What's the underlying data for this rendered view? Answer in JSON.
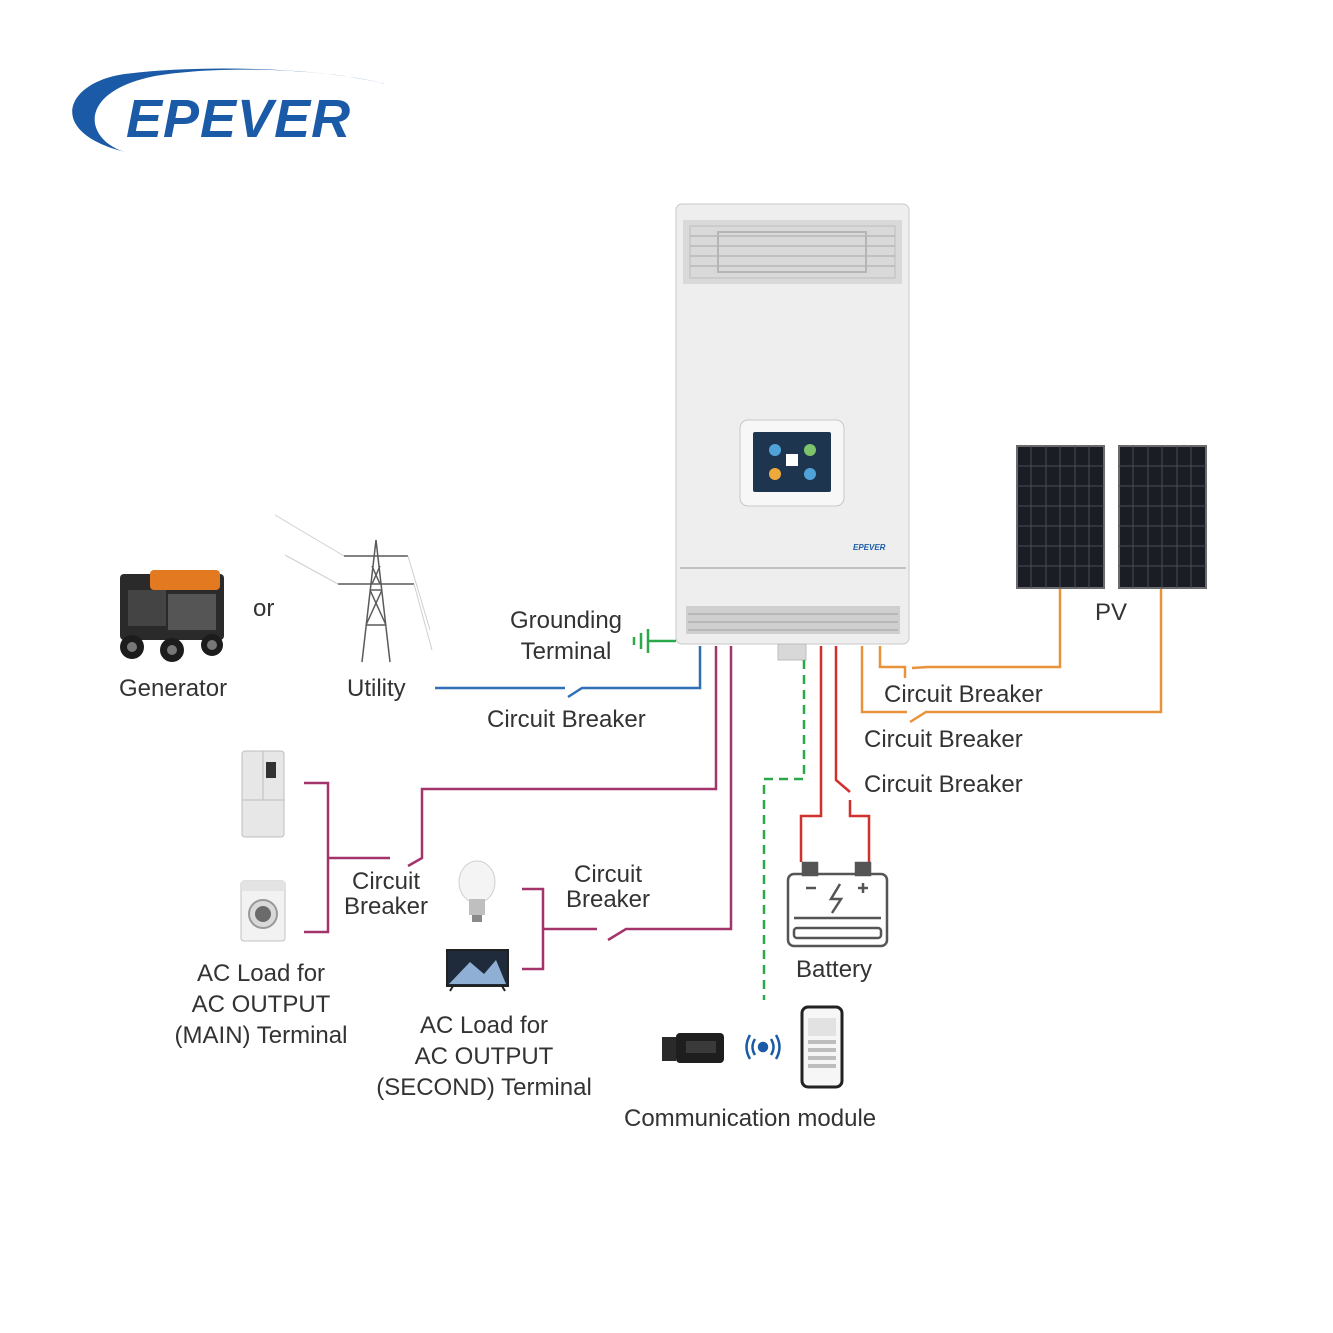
{
  "brand": {
    "logo_text": "EPEVER",
    "device_logo": "EPEVER"
  },
  "labels": {
    "generator": "Generator",
    "or": "or",
    "utility": "Utility",
    "grounding_line1": "Grounding",
    "grounding_line2": "Terminal",
    "cb_grid": "Circuit Breaker",
    "pv": "PV",
    "cb_pv1": "Circuit Breaker",
    "cb_pv2": "Circuit Breaker",
    "cb_battery": "Circuit Breaker",
    "cb_main_line1": "Circuit",
    "cb_main_line2": "Breaker",
    "cb_second_line1": "Circuit",
    "cb_second_line2": "Breaker",
    "battery": "Battery",
    "ac_main_line1": "AC Load for",
    "ac_main_line2": "AC OUTPUT",
    "ac_main_line3": "(MAIN) Terminal",
    "ac_second_line1": "AC Load for",
    "ac_second_line2": "AC OUTPUT",
    "ac_second_line3": "(SECOND) Terminal",
    "comm_module": "Communication module"
  },
  "colors": {
    "brand_blue": "#1a5aa6",
    "grid_line": "#2f6fb5",
    "ac_output_line": "#a3336b",
    "pv_line": "#e8923a",
    "battery_line": "#d0312d",
    "comm_line": "#2aa84a",
    "ground": "#2aa84a"
  },
  "icons": {
    "generator": "generator-icon",
    "utility": "power-tower-icon",
    "fridge": "refrigerator-icon",
    "washer": "washing-machine-icon",
    "bulb": "light-bulb-icon",
    "tv": "television-icon",
    "battery": "battery-icon",
    "comm": "wifi-dongle-icon",
    "phone": "smartphone-icon",
    "pv": "solar-panel-icon",
    "inverter": "inverter-icon",
    "ground": "ground-symbol-icon"
  }
}
